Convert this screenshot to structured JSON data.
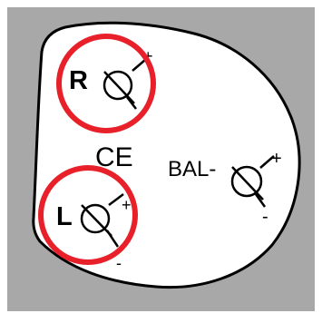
{
  "diagram": {
    "colors": {
      "background": "#A8A8A8",
      "panel_fill": "#FFFFFF",
      "stroke": "#000000",
      "highlight": "#E8202A"
    },
    "labels": {
      "right_channel": "R",
      "left_channel": "L",
      "balance": "BAL-",
      "certification": "CE"
    },
    "trimmer_signs": {
      "plus": "+",
      "minus": "-"
    },
    "highlights": [
      {
        "target": "right-trimmer",
        "shape": "circle"
      },
      {
        "target": "left-trimmer",
        "shape": "circle"
      }
    ]
  }
}
